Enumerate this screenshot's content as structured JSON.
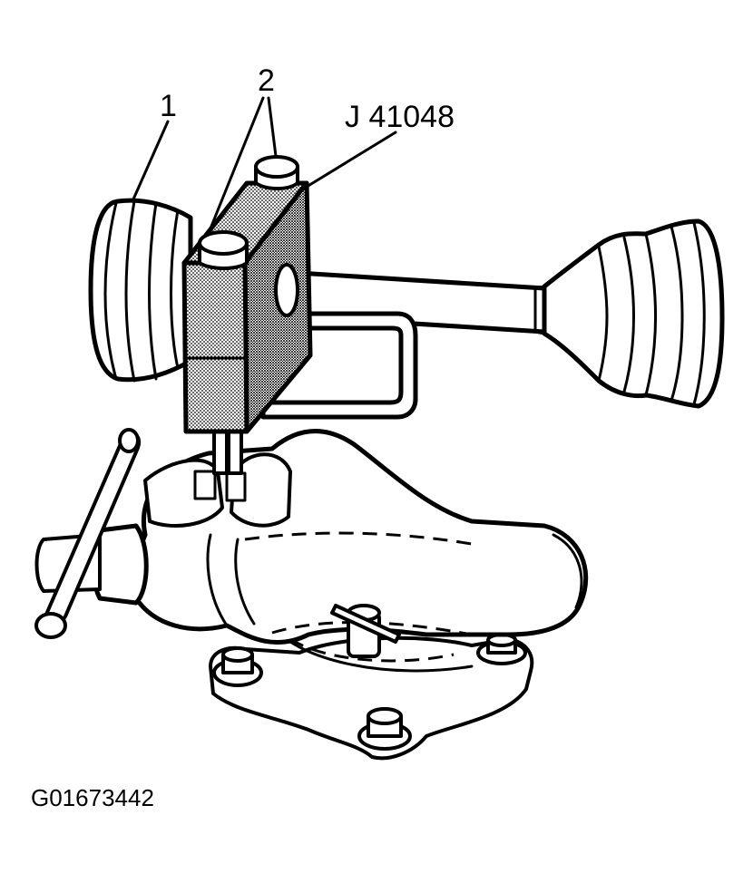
{
  "callouts": {
    "boot_number": "1",
    "boss_number": "2",
    "tool_number": "J 41048"
  },
  "figure_id": "G01673442",
  "colors": {
    "ink": "#000000",
    "paper": "#ffffff",
    "stipple": "#8c8c8c"
  }
}
